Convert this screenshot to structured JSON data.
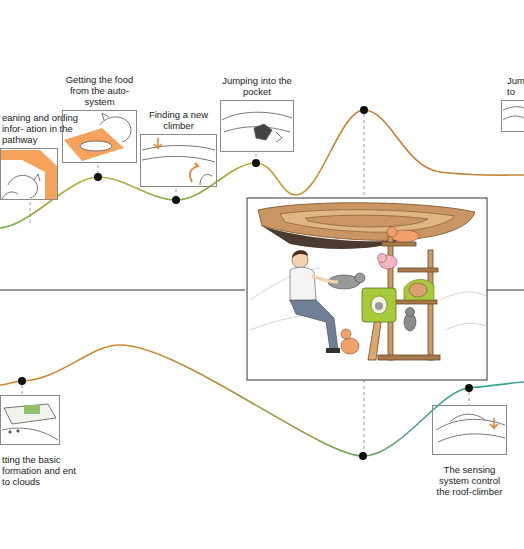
{
  "diagram": {
    "nodes": [
      {
        "text": [
          "eaning and ording infor- ation in the pathway"
        ]
      },
      {
        "text": [
          "Getting the food from the auto-system"
        ]
      },
      {
        "text": [
          "Finding a new climber"
        ]
      },
      {
        "text": [
          "Jumping into the pocket"
        ]
      },
      {
        "text": [
          "Jum to"
        ]
      },
      {
        "text": [
          "tting the basic formation and ent to clouds"
        ]
      },
      {
        "text": [
          "The sensing system control the roof-climber"
        ]
      }
    ]
  }
}
